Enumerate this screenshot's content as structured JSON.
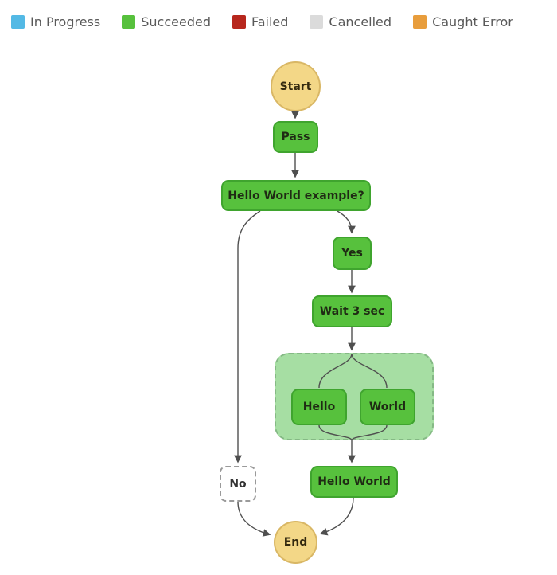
{
  "legend": {
    "items": [
      {
        "label": "In Progress",
        "color": "#53B9E5"
      },
      {
        "label": "Succeeded",
        "color": "#57C13D"
      },
      {
        "label": "Failed",
        "color": "#B7271D"
      },
      {
        "label": "Cancelled",
        "color": "#DBDBDB"
      },
      {
        "label": "Caught Error",
        "color": "#E89D3C"
      }
    ]
  },
  "diagram": {
    "nodes": {
      "start": {
        "label": "Start"
      },
      "pass": {
        "label": "Pass"
      },
      "choice": {
        "label": "Hello World example?"
      },
      "yes": {
        "label": "Yes"
      },
      "wait": {
        "label": "Wait 3 sec"
      },
      "hello": {
        "label": "Hello"
      },
      "world": {
        "label": "World"
      },
      "hello_world": {
        "label": "Hello World"
      },
      "no": {
        "label": "No"
      },
      "end": {
        "label": "End"
      }
    },
    "colors": {
      "succeeded_fill": "#57C13D",
      "succeeded_border": "#3FA42E",
      "parallel_fill": "#A6DEA3",
      "start_end_fill": "#F3D787",
      "not_executed_fill": "#FFFFFF",
      "edge": "#4F4F4F"
    }
  }
}
